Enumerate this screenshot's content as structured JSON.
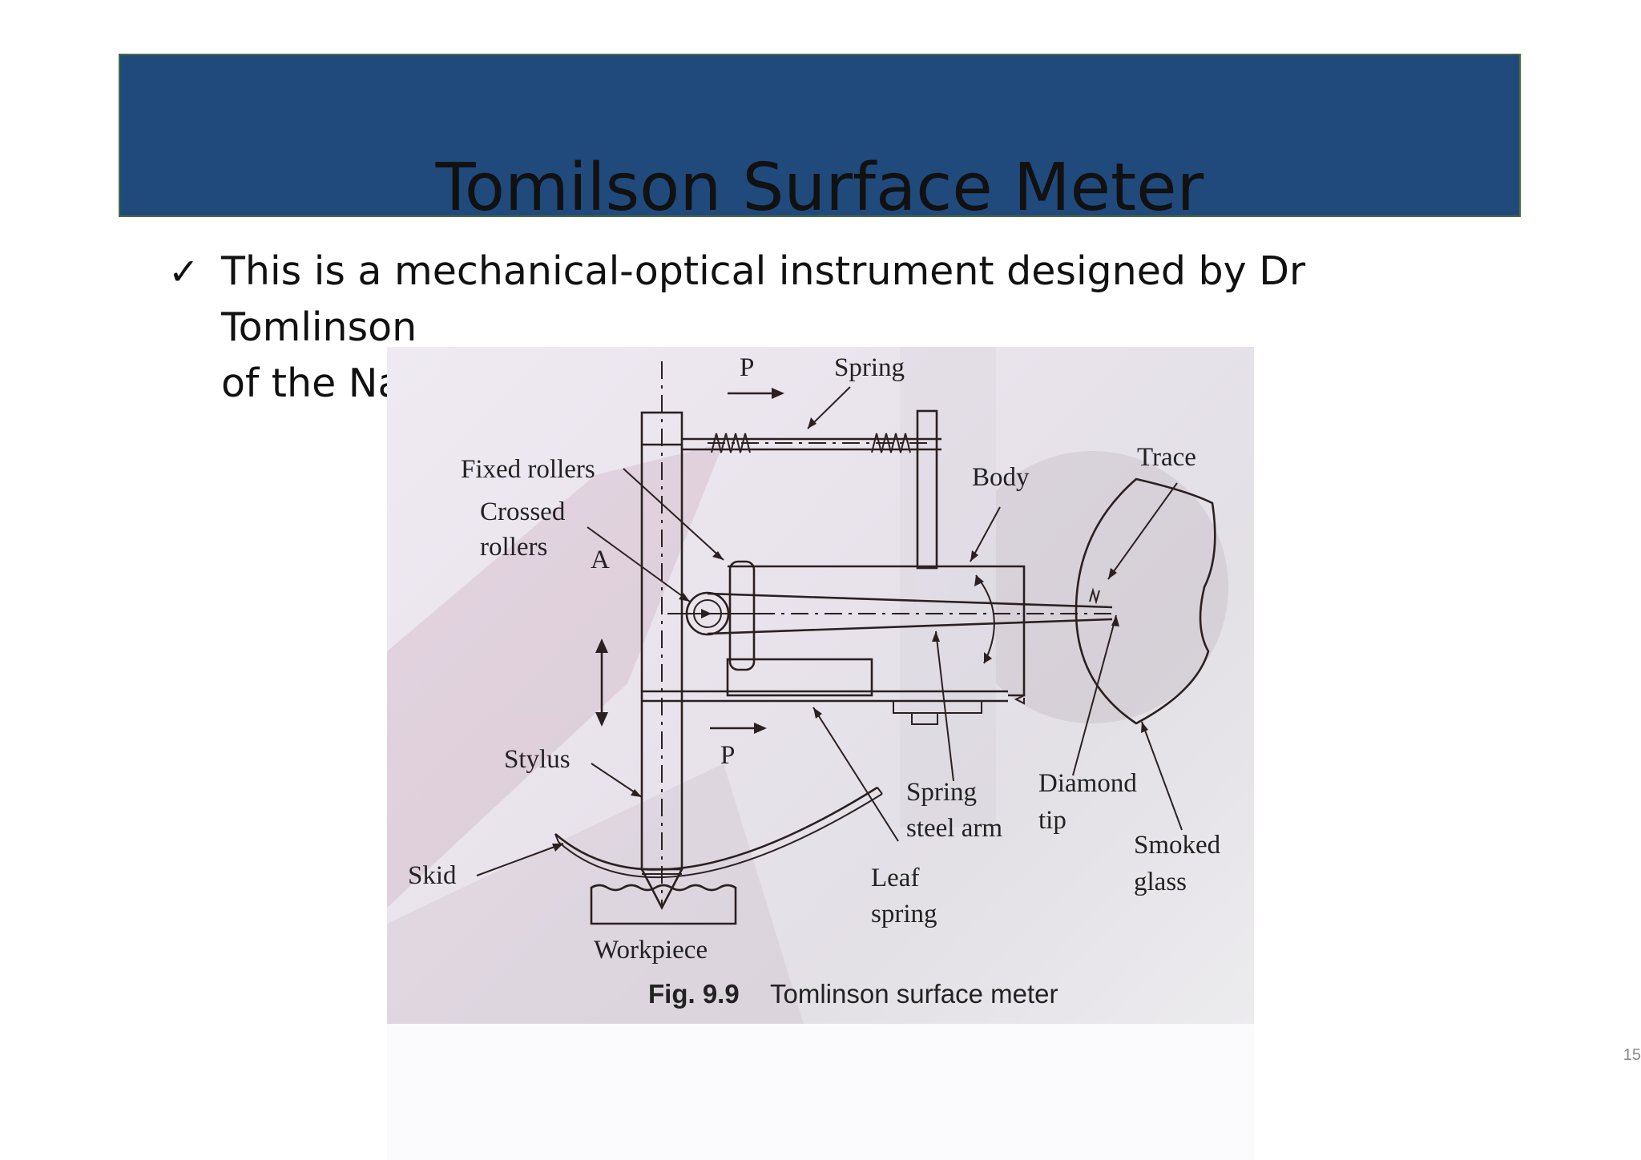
{
  "slide": {
    "title": "Tomilson Surface Meter",
    "bullet_icon": "checkmark-icon",
    "bullet_line1": "This is a mechanical-optical instrument designed by Dr Tomlinson",
    "bullet_line2": "of the National Physical laboratory of U.K.",
    "page_number": "15"
  },
  "figure": {
    "labels": {
      "p_top": "P",
      "spring": "Spring",
      "fixed_rollers": "Fixed rollers",
      "crossed": "Crossed",
      "rollers": "rollers",
      "a": "A",
      "body": "Body",
      "trace": "Trace",
      "stylus": "Stylus",
      "p_bottom": "P",
      "spring_arm1": "Spring",
      "spring_arm2": "steel arm",
      "diamond1": "Diamond",
      "diamond2": "tip",
      "smoked1": "Smoked",
      "smoked2": "glass",
      "skid": "Skid",
      "leaf1": "Leaf",
      "leaf2": "spring",
      "workpiece": "Workpiece"
    },
    "caption_number": "Fig. 9.9",
    "caption_text": "Tomlinson surface meter"
  }
}
